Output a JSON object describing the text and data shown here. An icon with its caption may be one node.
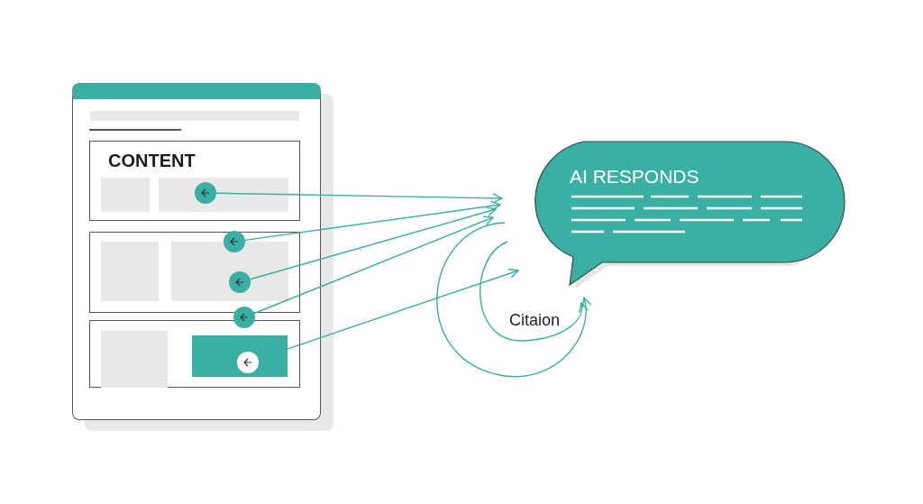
{
  "diagram": {
    "nodes": [
      {
        "text": [],
        "shape": "box"
      },
      {
        "text": [
          "CONTENT"
        ],
        "in": 0
      },
      {
        "text": [],
        "shape": "box",
        "in": 0
      },
      {
        "text": [],
        "shape": "box",
        "in": 0
      },
      {
        "text": [],
        "shape": "box",
        "in": 3
      },
      {
        "text": [],
        "shape": "circle",
        "in": 1
      },
      {
        "text": [],
        "shape": "circle",
        "in": 2
      },
      {
        "text": [],
        "shape": "circle",
        "in": 2
      },
      {
        "text": [],
        "shape": "circle",
        "in": 0
      },
      {
        "text": [],
        "shape": "circle",
        "in": 4
      },
      {
        "text": [
          "AI RESPONDS"
        ]
      }
    ],
    "edges": [
      {
        "from": 5,
        "to": 10,
        "arrow": "to"
      },
      {
        "from": 6,
        "to": 10,
        "arrow": "to"
      },
      {
        "from": 7,
        "to": 10,
        "arrow": "to"
      },
      {
        "from": 8,
        "to": 10,
        "arrow": "to"
      },
      {
        "from": 9,
        "to": 10,
        "arrow": "to"
      },
      {
        "from": null,
        "to": 10,
        "arrow": "to"
      },
      {
        "from": null,
        "to": 10,
        "arrow": "to"
      }
    ],
    "labels": [
      "Citaion"
    ]
  }
}
